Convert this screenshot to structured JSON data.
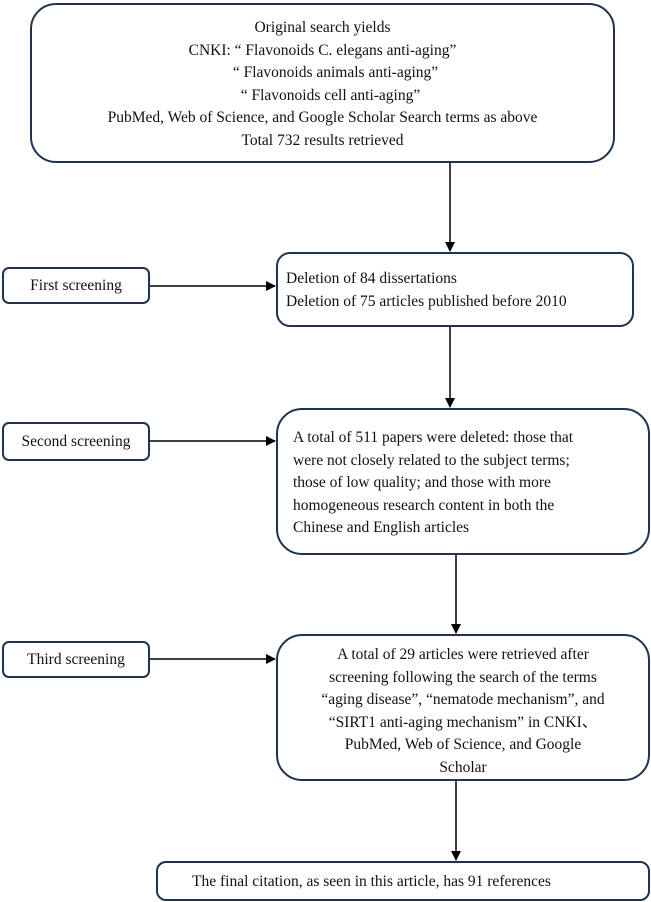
{
  "search_box": {
    "lines": [
      "Original search yields",
      "CNKI: “ Flavonoids C. elegans anti-aging”",
      "“ Flavonoids animals anti-aging”",
      "“ Flavonoids cell anti-aging”",
      "PubMed, Web of Science, and Google Scholar Search terms as above",
      "Total 732 results retrieved"
    ]
  },
  "first_screening": {
    "label": "First screening",
    "lines": [
      "Deletion of 84 dissertations",
      "Deletion of 75 articles published before 2010"
    ]
  },
  "second_screening": {
    "label": "Second screening",
    "lines": [
      "A total of 511 papers were deleted: those that",
      "were not closely related to the subject terms;",
      "those of low quality; and those with more",
      "homogeneous research content in both the",
      "Chinese and English articles"
    ]
  },
  "third_screening": {
    "label": "Third screening",
    "lines": [
      "A total of 29 articles were retrieved after",
      "screening following the search of the terms",
      "“aging disease”, “nematode mechanism”, and",
      "“SIRT1 anti-aging mechanism” in CNKI、",
      "PubMed, Web of Science, and Google",
      "Scholar"
    ]
  },
  "final_box": {
    "text": "The final citation, as seen in this article, has 91 references"
  }
}
